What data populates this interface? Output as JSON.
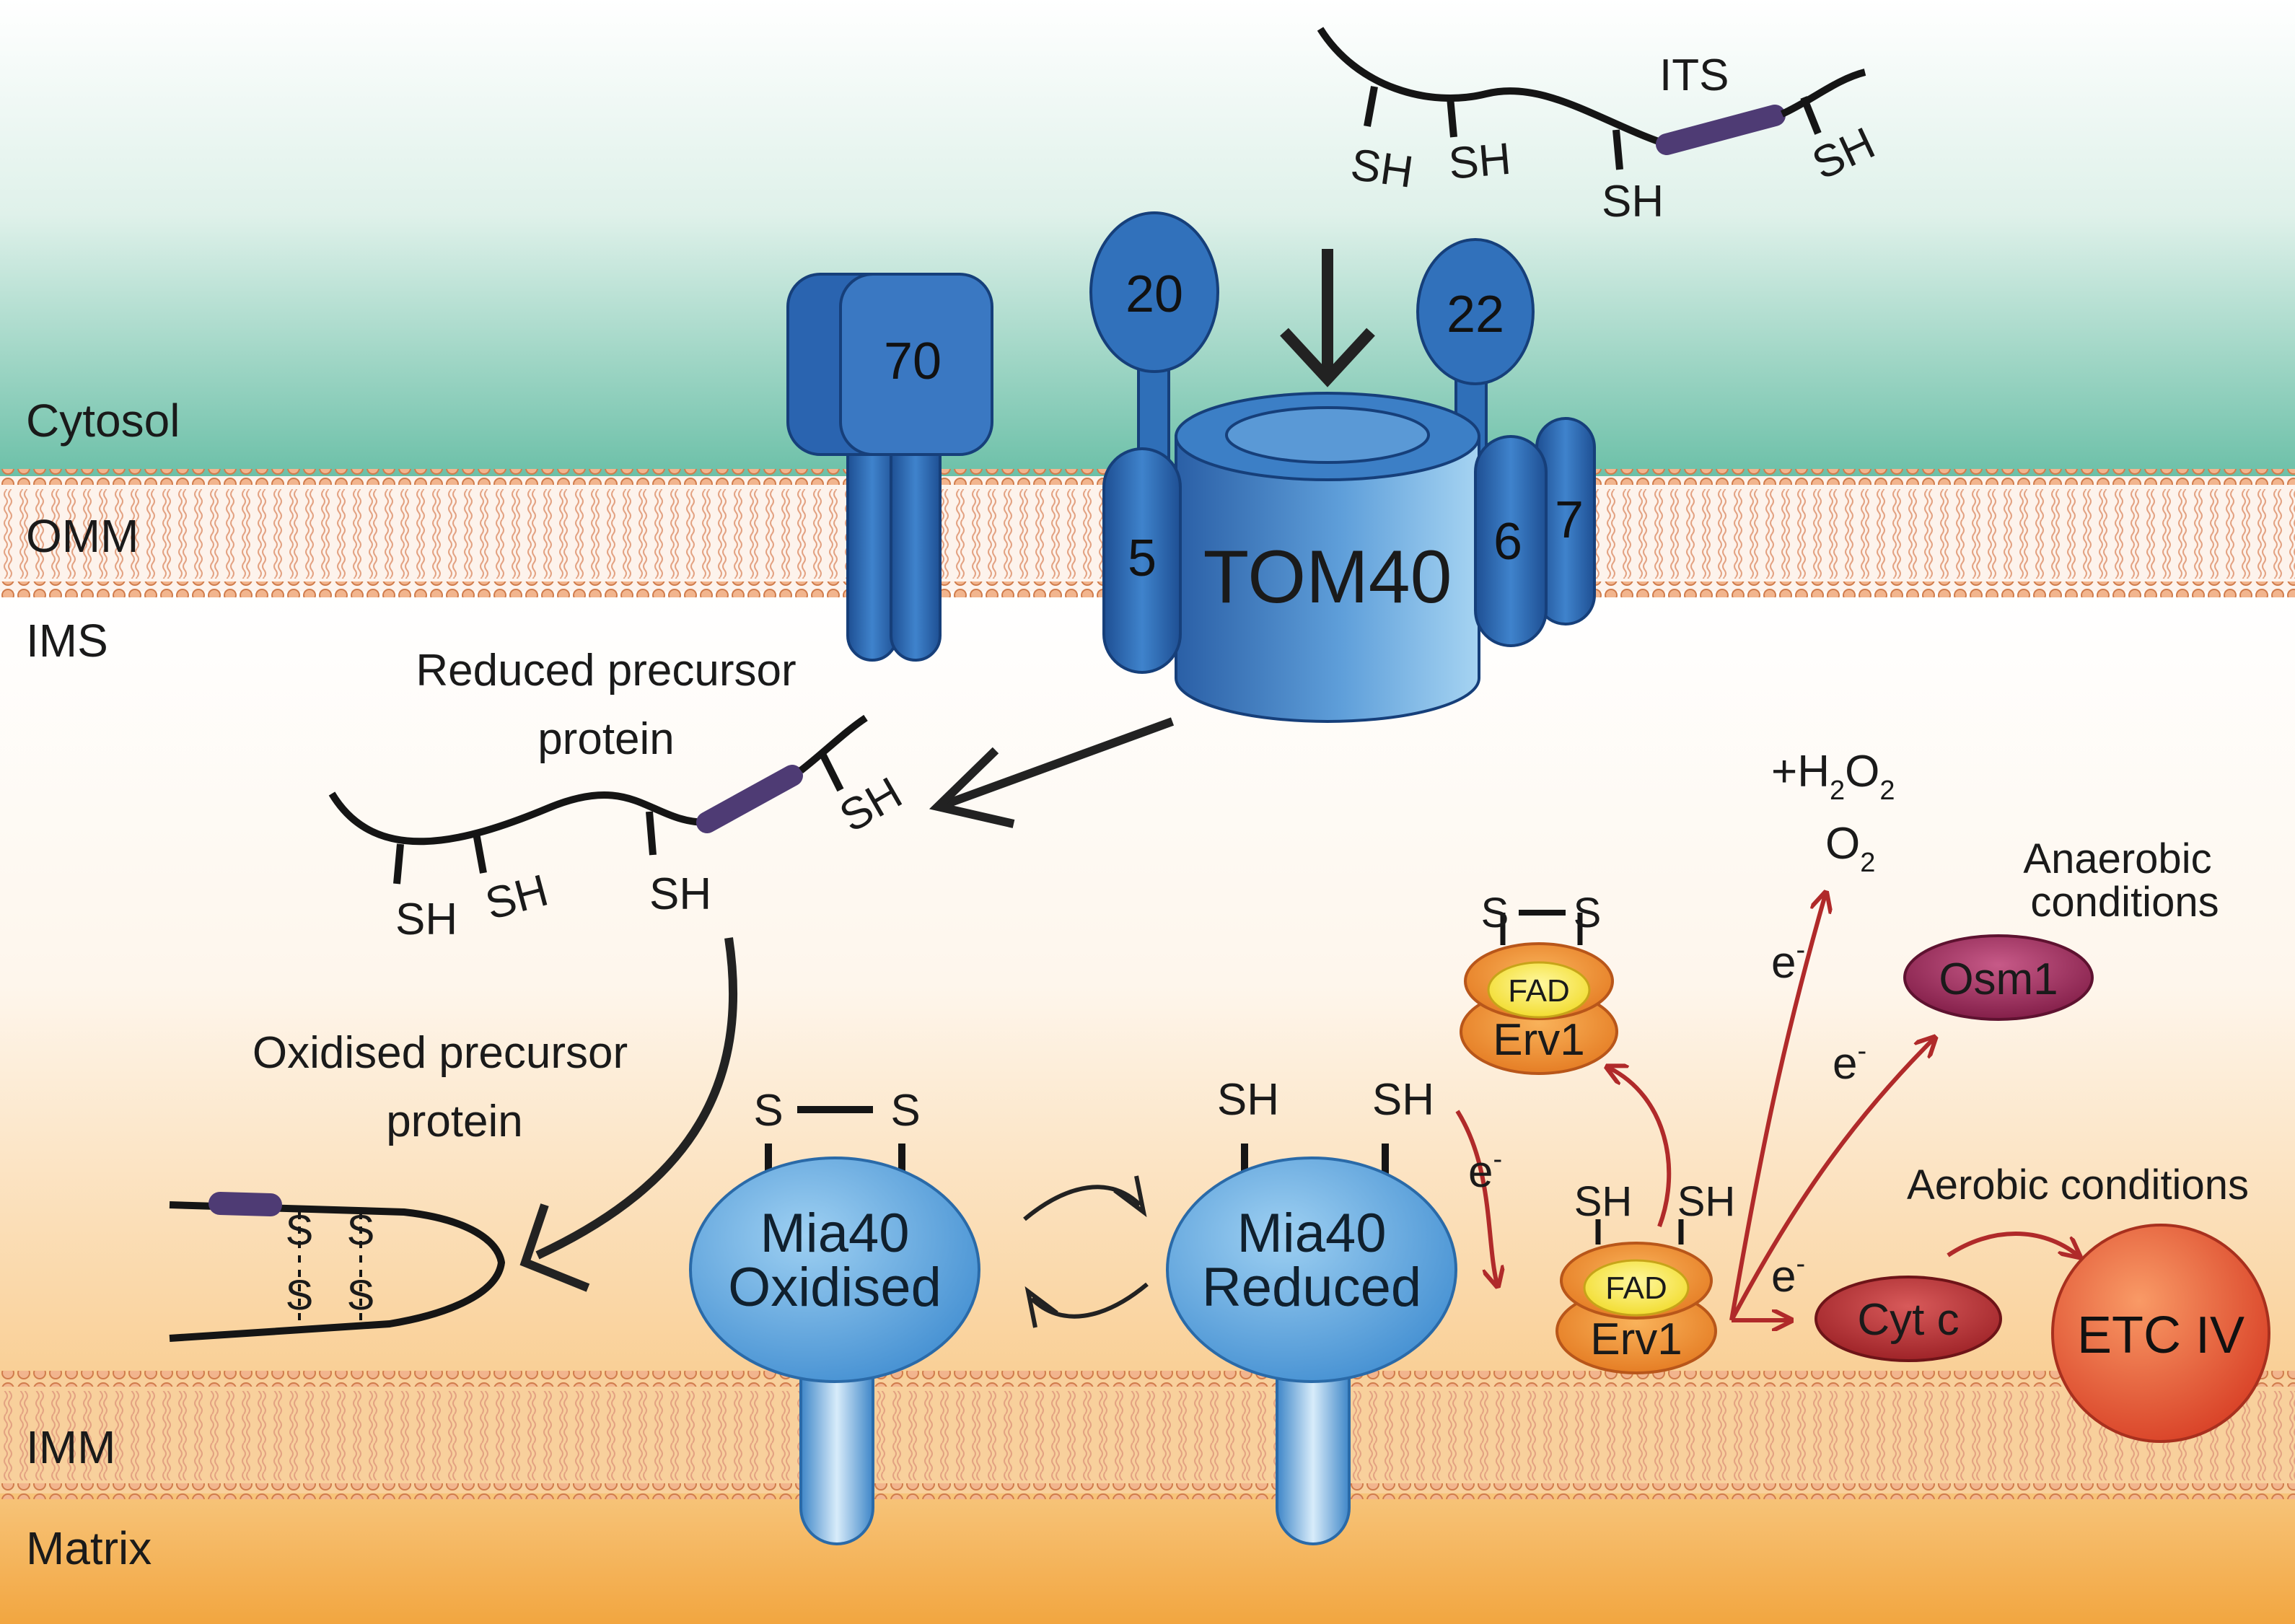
{
  "colors": {
    "cytosol": "#6cc0a8",
    "ims": "#fdeede",
    "matrix": "#f2a640",
    "lipid_head": "#f2b58e",
    "tom_blue": "#2f6fb8",
    "mia_blue": "#4d9ad6",
    "precursor_segment": "#4e3b74",
    "erv_orange": "#f08a2a",
    "fad_yellow": "#f6e23a",
    "osm1": "#8a1e4c",
    "cytc": "#a8252b",
    "etc": "#e0452c",
    "arrow_red": "#b02a2a"
  },
  "regions": {
    "cytosol": "Cytosol",
    "omm": "OMM",
    "ims": "IMS",
    "imm": "IMM",
    "matrix": "Matrix"
  },
  "tom": {
    "tom40": "TOM40",
    "tom70": "70",
    "tom20": "20",
    "tom22": "22",
    "tom5": "5",
    "tom6": "6",
    "tom7": "7"
  },
  "precursor": {
    "its": "ITS",
    "sh": "SH",
    "reduced_label_line1": "Reduced precursor",
    "reduced_label_line2": "protein",
    "oxidised_label_line1": "Oxidised precursor",
    "oxidised_label_line2": "protein",
    "s": "S"
  },
  "mia40": {
    "name": "Mia40",
    "oxidised": "Oxidised",
    "reduced": "Reduced",
    "s": "S",
    "sh": "SH"
  },
  "erv1": {
    "name": "Erv1",
    "fad": "FAD",
    "s": "S",
    "sh": "SH"
  },
  "electron": "e",
  "electron_sup": "-",
  "products": {
    "plus_h2o2": {
      "plus_h": "+H",
      "sub2a": "2",
      "o": "O",
      "sub2b": "2"
    },
    "o2": {
      "o": "O",
      "sub2": "2"
    }
  },
  "acceptors": {
    "anaerobic_line1": "Anaerobic",
    "anaerobic_line2": "conditions",
    "osm1": "Osm1",
    "aerobic": "Aerobic conditions",
    "cytc": "Cyt c",
    "etc": "ETC IV"
  }
}
